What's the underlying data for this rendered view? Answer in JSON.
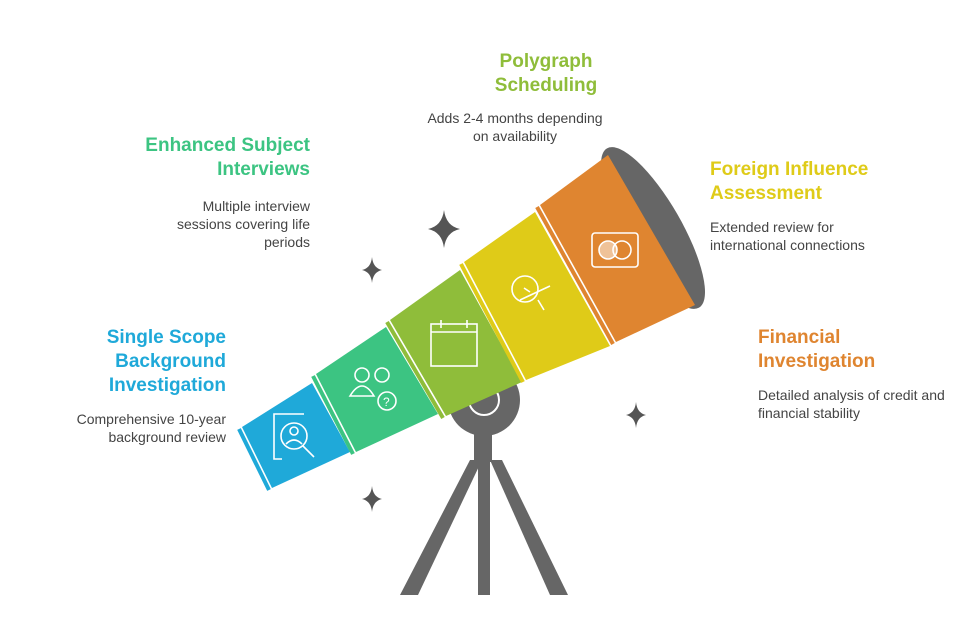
{
  "items": [
    {
      "title": "Single Scope Background Investigation",
      "desc": "Comprehensive 10-year background review",
      "color": "#1fa9d9",
      "icon": "search-person-icon"
    },
    {
      "title": "Enhanced Subject Interviews",
      "desc": "Multiple interview sessions covering life periods",
      "color": "#3cc482",
      "icon": "people-question-icon"
    },
    {
      "title": "Polygraph Scheduling",
      "desc": "Adds 2-4 months depending on availability",
      "color": "#8fbd3a",
      "icon": "calendar-icon"
    },
    {
      "title": "Foreign Influence Assessment",
      "desc": "Extended review for international connections",
      "color": "#dfcb18",
      "icon": "globe-plane-icon"
    },
    {
      "title": "Financial Investigation",
      "desc": "Detailed analysis of credit and financial stability",
      "color": "#df8530",
      "icon": "credit-card-icon"
    }
  ]
}
